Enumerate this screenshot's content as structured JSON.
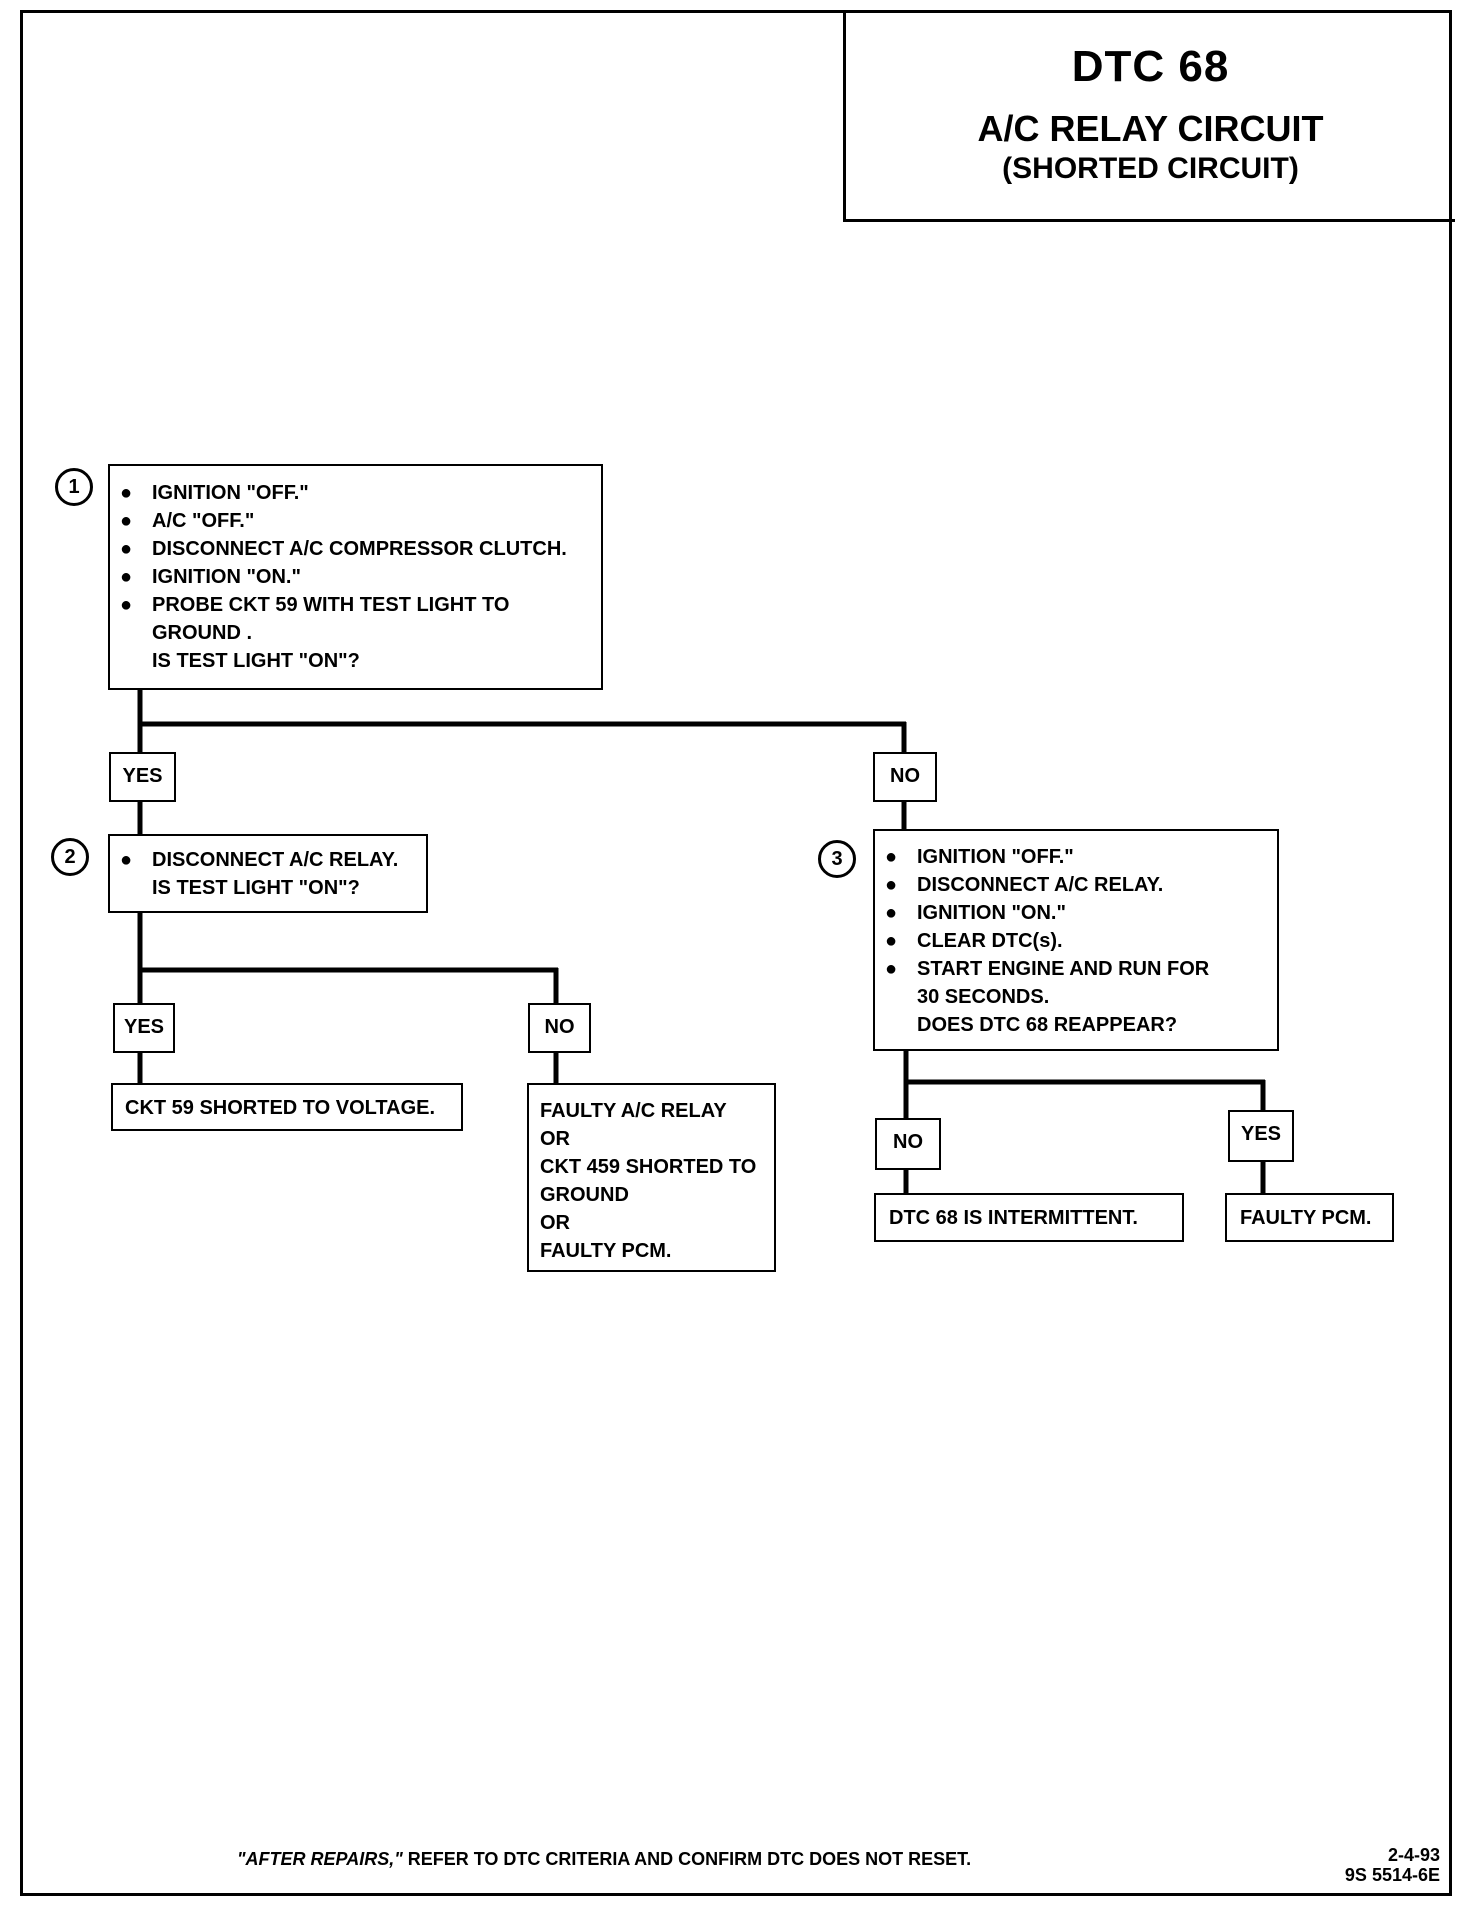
{
  "header": {
    "dtc": "DTC 68",
    "circuit": "A/C RELAY CIRCUIT",
    "condition": "(SHORTED CIRCUIT)"
  },
  "step1": {
    "number": "1",
    "items": [
      "IGNITION \"OFF.\"",
      "A/C \"OFF.\"",
      "DISCONNECT A/C COMPRESSOR CLUTCH.",
      "IGNITION \"ON.\"",
      "PROBE CKT 59 WITH TEST LIGHT TO GROUND ."
    ],
    "question": "IS TEST LIGHT \"ON\"?"
  },
  "step2": {
    "number": "2",
    "items": [
      "DISCONNECT A/C RELAY."
    ],
    "question": "IS TEST LIGHT \"ON\"?"
  },
  "step3": {
    "number": "3",
    "items": [
      "IGNITION \"OFF.\"",
      "DISCONNECT A/C RELAY.",
      "IGNITION \"ON.\"",
      "CLEAR DTC(s).",
      "START ENGINE AND RUN FOR 30 SECONDS."
    ],
    "question": "DOES DTC 68 REAPPEAR?"
  },
  "labels": {
    "yes": "YES",
    "no": "NO"
  },
  "results": {
    "ckt59_short": "CKT 59 SHORTED TO VOLTAGE.",
    "faulty_relay": [
      "FAULTY A/C RELAY",
      "OR",
      "CKT 459 SHORTED TO",
      "GROUND",
      "OR",
      "FAULTY PCM."
    ],
    "intermittent": "DTC 68 IS INTERMITTENT.",
    "faulty_pcm": "FAULTY PCM."
  },
  "footer": {
    "note_em": "\"AFTER REPAIRS,\"",
    "note_rest": " REFER TO DTC CRITERIA AND CONFIRM DTC DOES NOT RESET.",
    "date": "2-4-93",
    "code": "9S 5514-6E"
  }
}
